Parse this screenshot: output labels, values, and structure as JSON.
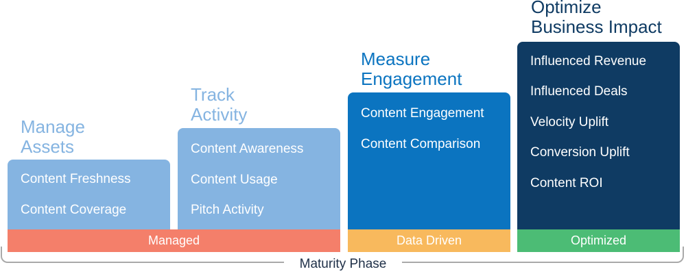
{
  "colors": {
    "light_blue": "#85b4e1",
    "mid_blue": "#0b74c0",
    "dark_blue": "#0f3b63",
    "managed": "#f47f6a",
    "data_driven": "#f8b95d",
    "optimized": "#4cbc75",
    "bracket": "#a9a9a9"
  },
  "columns": [
    {
      "title_lines": [
        "Manage",
        "Assets"
      ],
      "items": [
        "Content Freshness",
        "Content Coverage"
      ]
    },
    {
      "title_lines": [
        "Track",
        "Activity"
      ],
      "items": [
        "Content Awareness",
        "Content Usage",
        "Pitch Activity"
      ]
    },
    {
      "title_lines": [
        "Measure",
        "Engagement"
      ],
      "items": [
        "Content Engagement",
        "Content Comparison"
      ]
    },
    {
      "title_lines": [
        "Optimize",
        "Business Impact"
      ],
      "items": [
        "Influenced Revenue",
        "Influenced Deals",
        "Velocity Uplift",
        "Conversion Uplift",
        "Content ROI"
      ]
    }
  ],
  "phases": [
    "Managed",
    "Data Driven",
    "Optimized"
  ],
  "axis_label": "Maturity Phase"
}
